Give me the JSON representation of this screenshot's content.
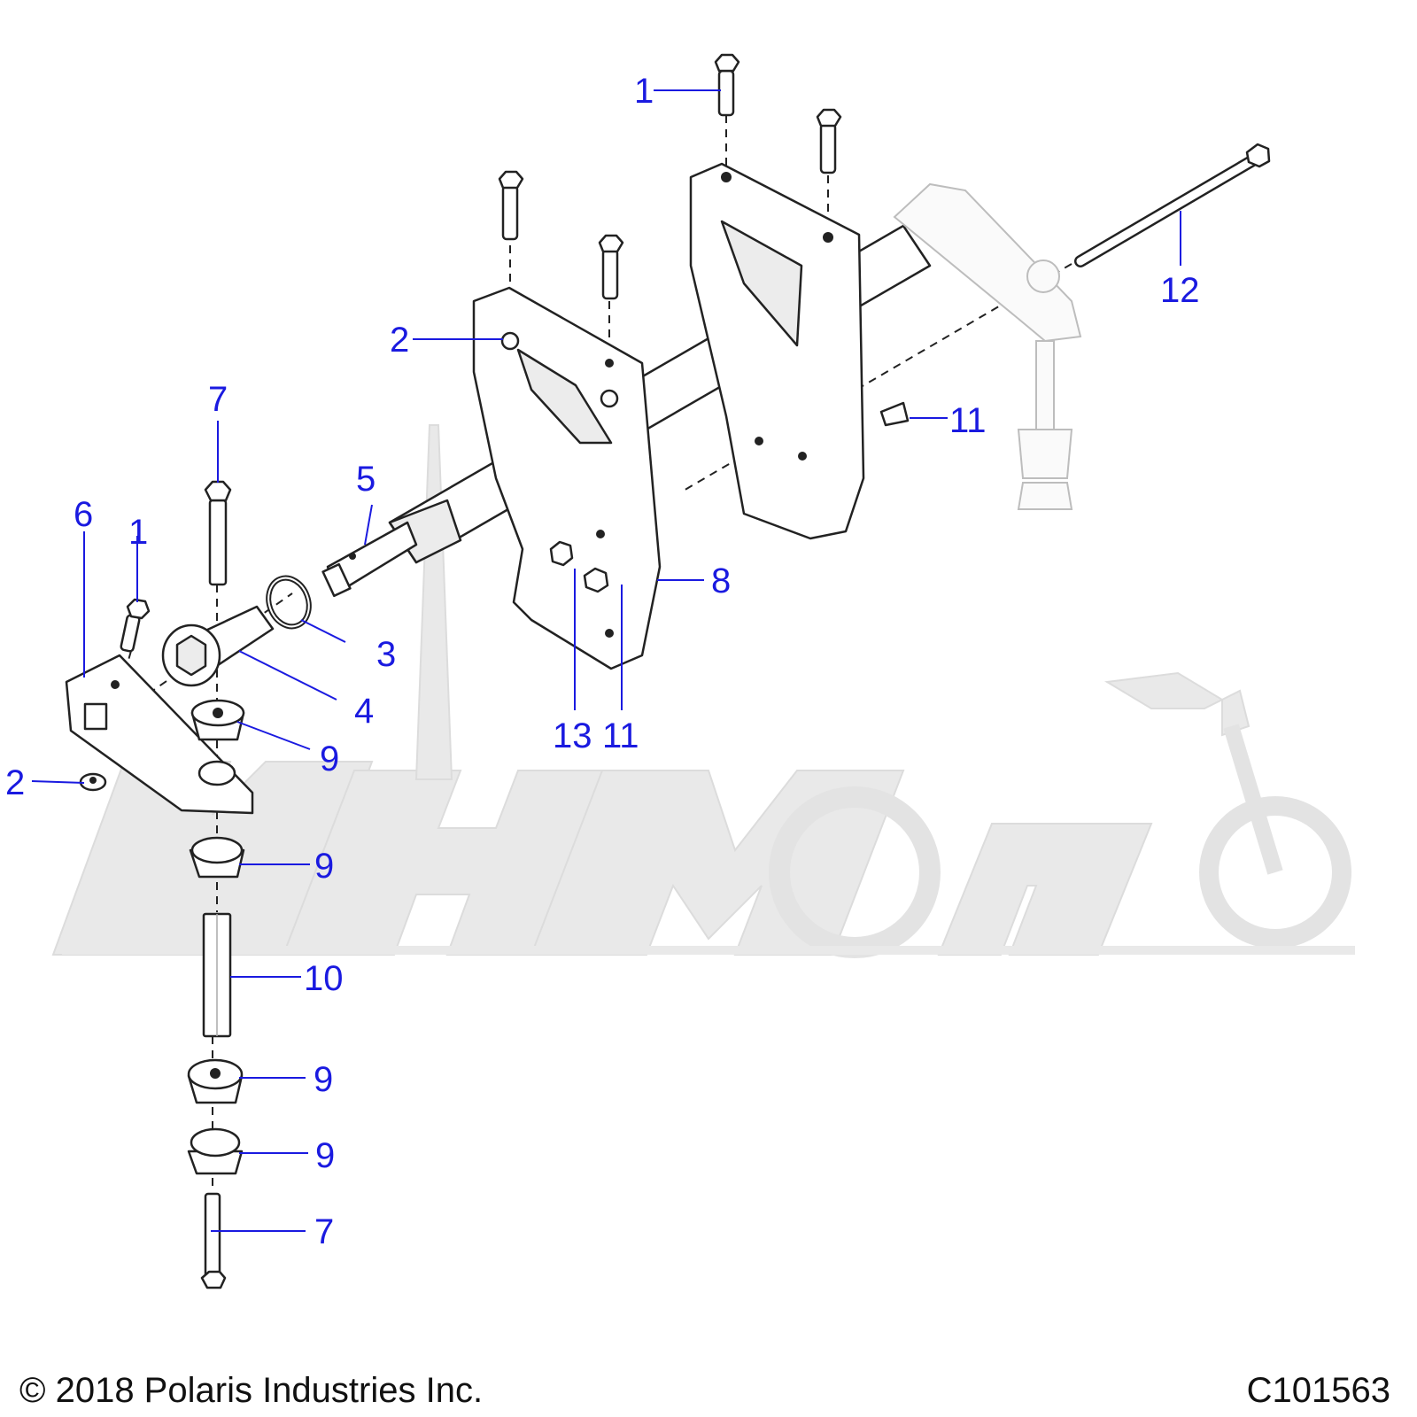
{
  "diagram": {
    "callouts": [
      {
        "id": "c1a",
        "label": "1"
      },
      {
        "id": "c1b",
        "label": "1"
      },
      {
        "id": "c2a",
        "label": "2"
      },
      {
        "id": "c2b",
        "label": "2"
      },
      {
        "id": "c3",
        "label": "3"
      },
      {
        "id": "c4",
        "label": "4"
      },
      {
        "id": "c5",
        "label": "5"
      },
      {
        "id": "c6",
        "label": "6"
      },
      {
        "id": "c7a",
        "label": "7"
      },
      {
        "id": "c7b",
        "label": "7"
      },
      {
        "id": "c8",
        "label": "8"
      },
      {
        "id": "c9a",
        "label": "9"
      },
      {
        "id": "c9b",
        "label": "9"
      },
      {
        "id": "c9c",
        "label": "9"
      },
      {
        "id": "c9d",
        "label": "9"
      },
      {
        "id": "c10",
        "label": "10"
      },
      {
        "id": "c11a",
        "label": "11"
      },
      {
        "id": "c11b",
        "label": "11"
      },
      {
        "id": "c12",
        "label": "12"
      },
      {
        "id": "c13",
        "label": "13"
      }
    ]
  },
  "footer": {
    "copyright": "© 2018 Polaris Industries Inc.",
    "drawing_id": "C101563"
  },
  "colors": {
    "callout": "#1a1ae0",
    "linework": "#222222",
    "watermark": "#e9e9e9"
  }
}
